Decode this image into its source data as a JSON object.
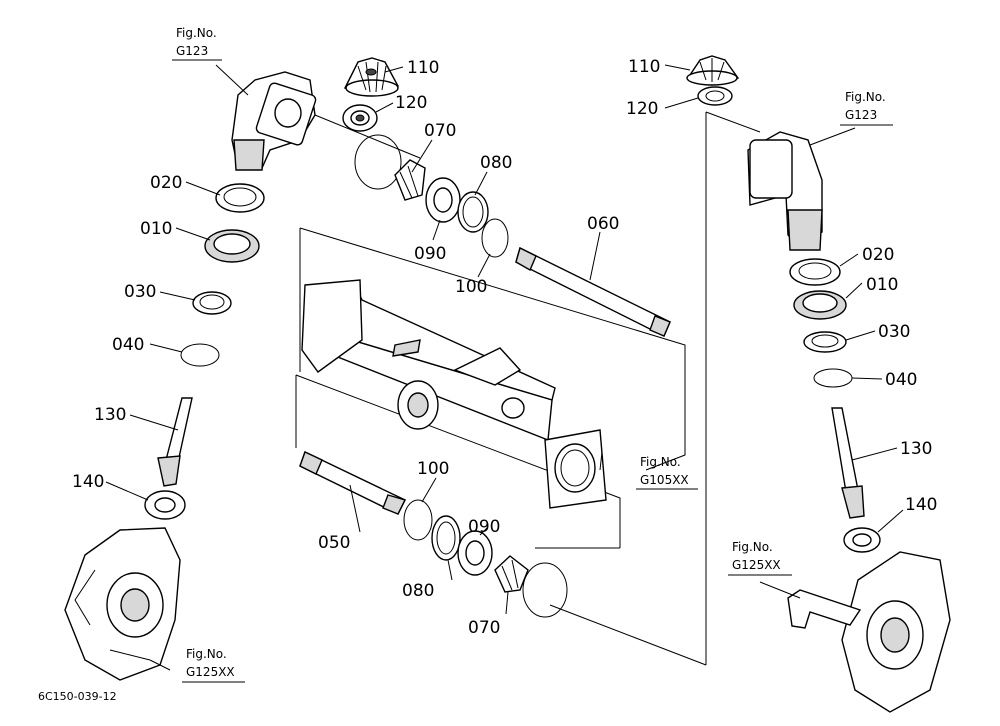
{
  "parts": {
    "p010_l": "010",
    "p020_l": "020",
    "p030_l": "030",
    "p040_l": "040",
    "p110_l": "110",
    "p120_l": "120",
    "p070_t": "070",
    "p080_t": "080",
    "p090_t": "090",
    "p100_t": "100",
    "p060": "060",
    "p130_l": "130",
    "p140_l": "140",
    "p050": "050",
    "p100_b": "100",
    "p090_b": "090",
    "p080_b": "080",
    "p070_b": "070",
    "p110_r": "110",
    "p120_r": "120",
    "p020_r": "020",
    "p010_r": "010",
    "p030_r": "030",
    "p040_r": "040",
    "p130_r": "130",
    "p140_r": "140"
  },
  "figure_refs": {
    "g123_left": {
      "label": "Fig.No.",
      "code": "G123"
    },
    "g123_right": {
      "label": "Fig.No.",
      "code": "G123"
    },
    "g105": {
      "label": "Fig.No.",
      "code": "G105XX"
    },
    "g125_left": {
      "label": "Fig.No.",
      "code": "G125XX"
    },
    "g125_right": {
      "label": "Fig.No.",
      "code": "G125XX"
    }
  },
  "drawing_id": "6C150-039-12"
}
